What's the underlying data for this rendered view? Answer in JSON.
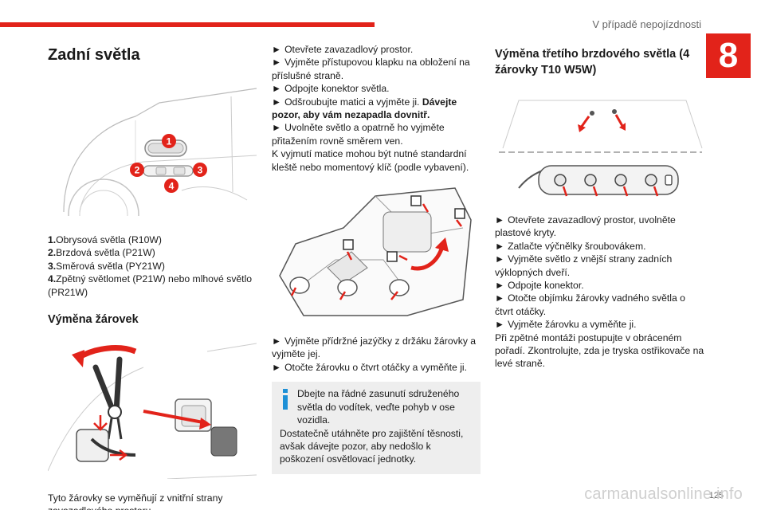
{
  "header": {
    "chapter_title": "V případě nepojízdnosti",
    "chapter_number": "8",
    "accent_color": "#e2231a"
  },
  "col1": {
    "title": "Zadní světla",
    "callouts": [
      "1",
      "2",
      "3",
      "4"
    ],
    "legend": [
      {
        "num": "1.",
        "text": "Obrysová světla (R10W)"
      },
      {
        "num": "2.",
        "text": "Brzdová světla (P21W)"
      },
      {
        "num": "3.",
        "text": "Směrová světla (PY21W)"
      },
      {
        "num": "4.",
        "text": "Zpětný světlomet (P21W) nebo mlhové světlo (PR21W)"
      }
    ],
    "section_title": "Výměna žárovek",
    "caption": "Tyto žárovky se vyměňují z vnitřní strany zavazadlového prostoru."
  },
  "col2": {
    "steps": [
      {
        "bullet": "►",
        "text": "Otevřete zavazadlový prostor."
      },
      {
        "bullet": "►",
        "text": "Vyjměte přístupovou klapku na obložení na příslušné straně."
      },
      {
        "bullet": "►",
        "text": "Odpojte konektor světla."
      },
      {
        "bullet": "►",
        "text": "Odšroubujte matici a vyjměte ji. ",
        "bold": "Dávejte pozor, aby vám nezapadla dovnitř."
      },
      {
        "bullet": "►",
        "text": "Uvolněte světlo a opatrně ho vyjměte přitažením rovně směrem ven."
      }
    ],
    "plain": "K vyjmutí matice mohou být nutné standardní kleště nebo momentový klíč (podle vybavení).",
    "steps2": [
      {
        "bullet": "►",
        "text": "Vyjměte přídržné jazýčky z držáku žárovky a vyjměte jej."
      },
      {
        "bullet": "►",
        "text": "Otočte žárovku o čtvrt otáčky a vyměňte ji."
      }
    ],
    "note_first": "Dbejte na řádné zasunutí sdruženého světla do vodítek, veďte pohyb v ose vozidla.",
    "note_second": "Dostatečně utáhněte pro zajištění těsnosti, avšak dávejte pozor, aby nedošlo k poškození osvětlovací jednotky."
  },
  "col3": {
    "section_title": "Výměna třetího brzdového světla (4 žárovky T10 W5W)",
    "steps": [
      {
        "bullet": "►",
        "text": "Otevřete zavazadlový prostor, uvolněte plastové kryty."
      },
      {
        "bullet": "►",
        "text": "Zatlačte výčnělky šroubovákem."
      },
      {
        "bullet": "►",
        "text": "Vyjměte světlo z vnější strany zadních výklopných dveří."
      },
      {
        "bullet": "►",
        "text": "Odpojte konektor."
      },
      {
        "bullet": "►",
        "text": "Otočte objímku žárovky vadného světla o čtvrt otáčky."
      },
      {
        "bullet": "►",
        "text": "Vyjměte žárovku a vyměňte ji."
      }
    ],
    "plain": "Při zpětné montáži postupujte v obráceném pořadí. Zkontrolujte, zda je tryska ostřikovače na levé straně."
  },
  "footer": {
    "page_number": "125",
    "watermark": "carmanualsonline.info"
  }
}
